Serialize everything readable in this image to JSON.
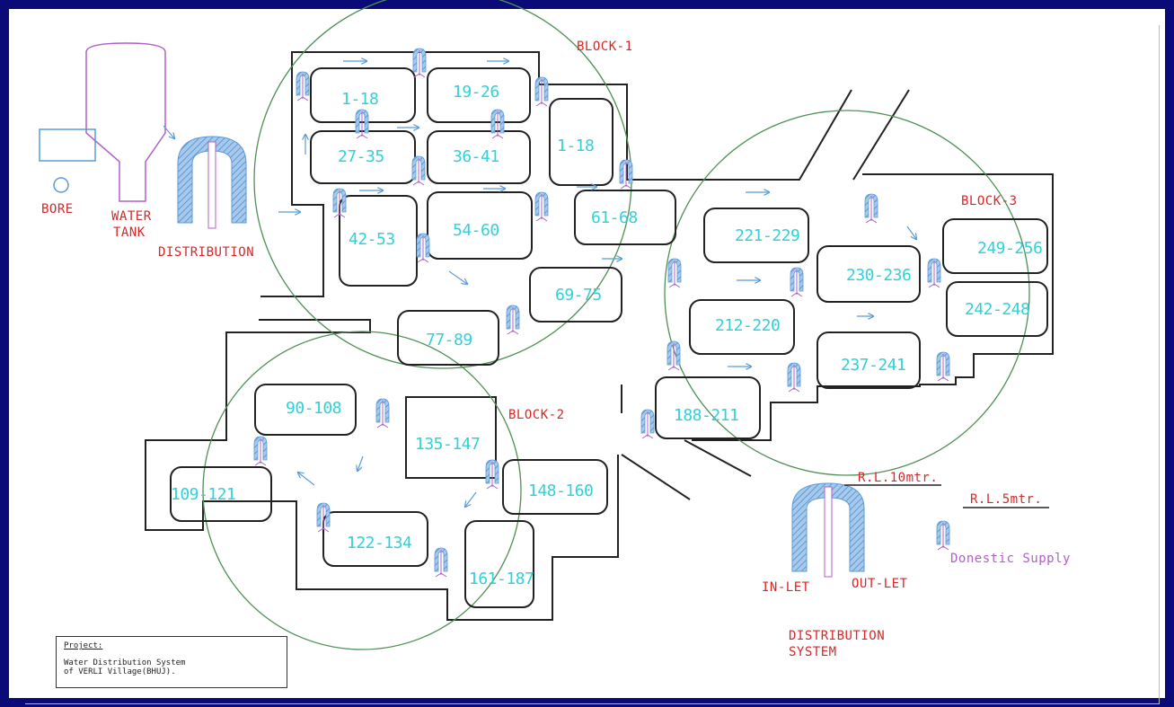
{
  "blocks": [
    "BLOCK-1",
    "BLOCK-2",
    "BLOCK-3"
  ],
  "plots": [
    "1-18",
    "19-26",
    "1-18",
    "27-35",
    "36-41",
    "42-53",
    "54-60",
    "61-68",
    "69-75",
    "77-89",
    "90-108",
    "109-121",
    "122-134",
    "135-147",
    "148-160",
    "161-187",
    "188-211",
    "212-220",
    "221-229",
    "230-236",
    "237-241",
    "242-248",
    "249-256"
  ],
  "labels": {
    "bore": "BORE",
    "water": "WATER",
    "tank": "TANK",
    "distribution": "DISTRIBUTION",
    "rl10": "R.L.10mtr.",
    "rl5": "R.L.5mtr.",
    "domestic": "Donestic Supply",
    "inlet": "IN-LET",
    "outlet": "OUT-LET",
    "system_line1": "DISTRIBUTION",
    "system_line2": "SYSTEM"
  },
  "project": {
    "heading": "Project:",
    "line1": "Water Distribution System",
    "line2": "of VERLI Village(BHUJ)."
  },
  "colors": {
    "frame": "#0a0a78",
    "circle": "#4f8f55",
    "outline": "#222222",
    "plot_text": "#33d0d8",
    "red_text": "#d62828",
    "purple": "#b060c8",
    "arrow": "#5b9bd5",
    "tap_fill": "#a8c8ec"
  },
  "icons": [
    "water-tank-icon",
    "distribution-tower-icon",
    "tap-icon",
    "flow-arrow-icon",
    "bore-well-icon"
  ]
}
